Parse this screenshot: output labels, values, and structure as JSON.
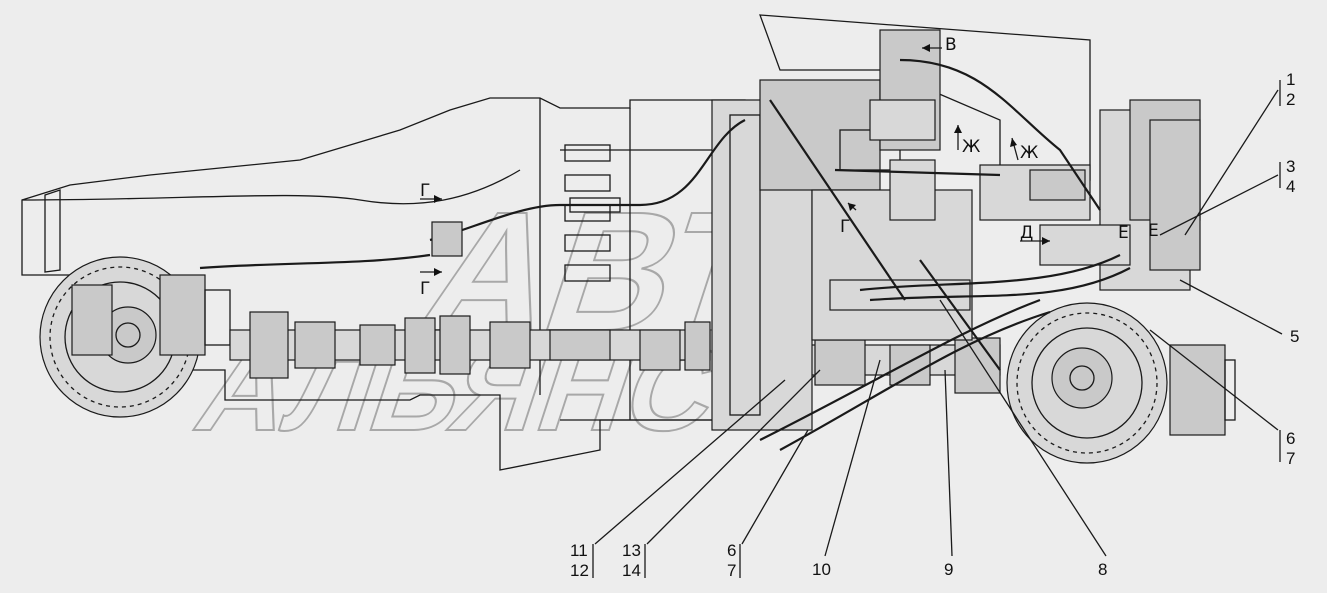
{
  "callouts": {
    "c1": "1",
    "c2": "2",
    "c3": "3",
    "c4": "4",
    "c5": "5",
    "c6r": "6",
    "c7r": "7",
    "c8": "8",
    "c9": "9",
    "c10": "10",
    "c11": "11",
    "c12": "12",
    "c13": "13",
    "c14": "14",
    "c6b": "6",
    "c7b": "7"
  },
  "section_marks": {
    "v": "В",
    "zh1": "Ж",
    "zh2": "Ж",
    "g_top": "Г",
    "g_bot": "Г",
    "g_mid": "Г",
    "d": "Д",
    "e1": "Е",
    "e2": "Е"
  },
  "watermark": {
    "top": "АВТО",
    "bottom": "АЛЬЯНС"
  }
}
